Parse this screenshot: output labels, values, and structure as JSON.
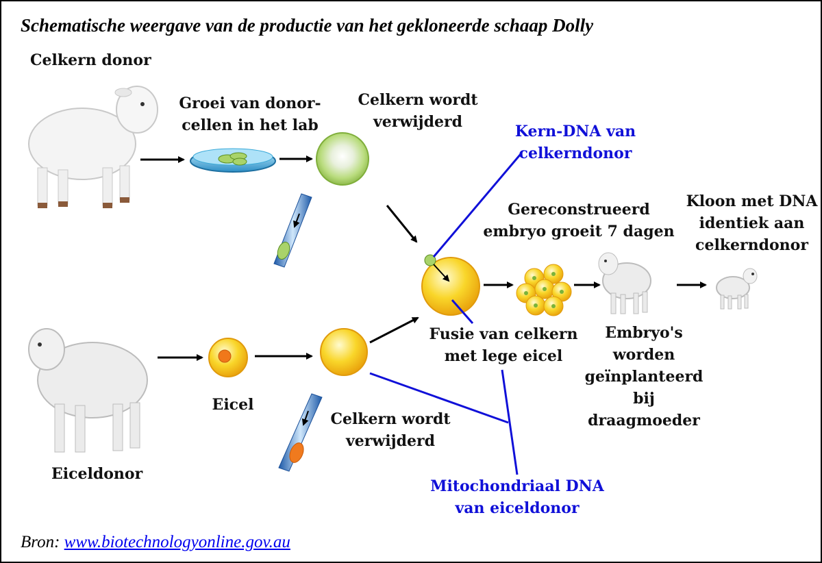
{
  "title": "Schematische weergave van de productie van het gekloneerde schaap Dolly",
  "labels": {
    "celkern_donor": "Celkern donor",
    "groei": [
      "Groei van donor-",
      "cellen in het lab"
    ],
    "verwijderd_top": [
      "Celkern wordt",
      "verwijderd"
    ],
    "kern_dna": [
      "Kern-DNA van",
      "celkerndonor"
    ],
    "gereconstrueerd": [
      "Gereconstrueerd",
      "embryo groeit 7 dagen"
    ],
    "kloon": [
      "Kloon met DNA",
      "identiek aan",
      "celkerndonor"
    ],
    "fusie": [
      "Fusie van celkern",
      "met lege eicel"
    ],
    "embryos": [
      "Embryo's",
      "worden",
      "geïnplanteerd",
      "bij",
      "draagmoeder"
    ],
    "eicel": "Eicel",
    "verwijderd_bottom": [
      "Celkern wordt",
      "verwijderd"
    ],
    "eiceldonor": "Eiceldonor",
    "mito_dna": [
      "Mitochondriaal DNA",
      "van eiceldonor"
    ]
  },
  "source": {
    "prefix": "Bron: ",
    "link_text": "www.biotechnologyonline.gov.au"
  },
  "colors": {
    "annotation": "#1010d8",
    "egg": "#f7c81e",
    "cell_green": "#a9d36a",
    "dish": "#3aa9d8"
  },
  "icons": {
    "sheep": "sheep-icon",
    "petri_dish": "petri-dish-icon",
    "pipette": "pipette-icon",
    "egg_cell": "egg-cell-icon",
    "embryo": "embryo-cluster-icon"
  }
}
